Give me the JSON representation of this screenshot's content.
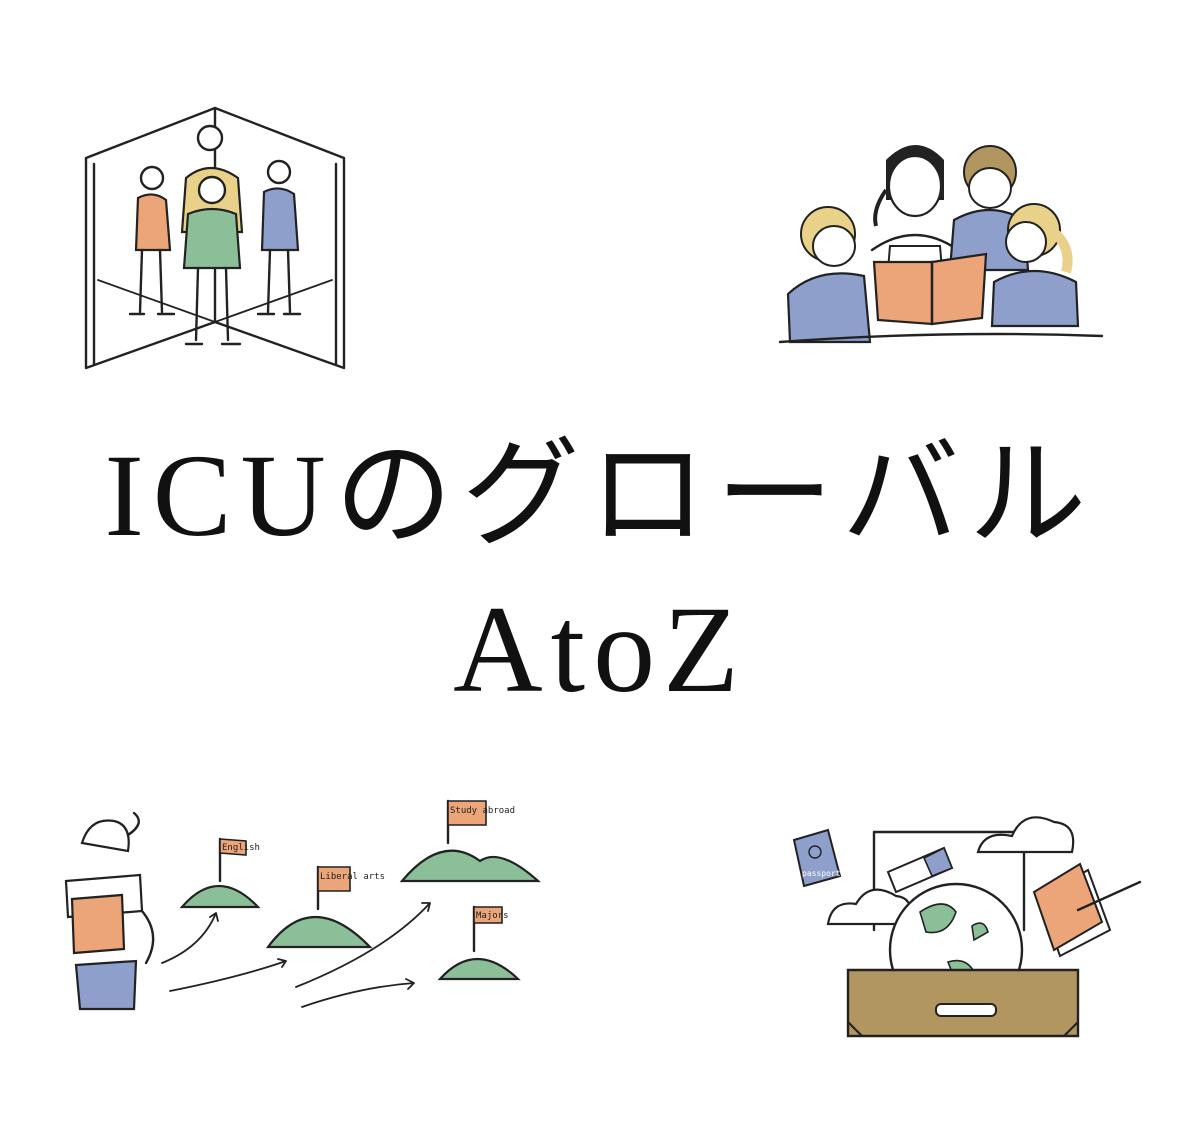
{
  "title": {
    "line1": "ICUのグローバル",
    "line2": "AtoZ"
  },
  "illustrations": {
    "book_figures": {
      "icon": "standing-people-in-open-book-icon"
    },
    "reading_group": {
      "icon": "teacher-reading-to-children-icon"
    },
    "mountains": {
      "icon": "backpacker-and-mountain-goals-icon",
      "flags": [
        "English",
        "Liberal arts",
        "Study abroad",
        "Majors"
      ]
    },
    "suitcase": {
      "icon": "suitcase-globe-passport-icon",
      "passport_label": "passport"
    }
  },
  "colors": {
    "orange": "#ECA578",
    "green": "#8BBF98",
    "blue": "#8E9FCB",
    "yellow": "#E9D189",
    "olive": "#B29660",
    "ink": "#222222",
    "background": "#FFFFFF"
  }
}
